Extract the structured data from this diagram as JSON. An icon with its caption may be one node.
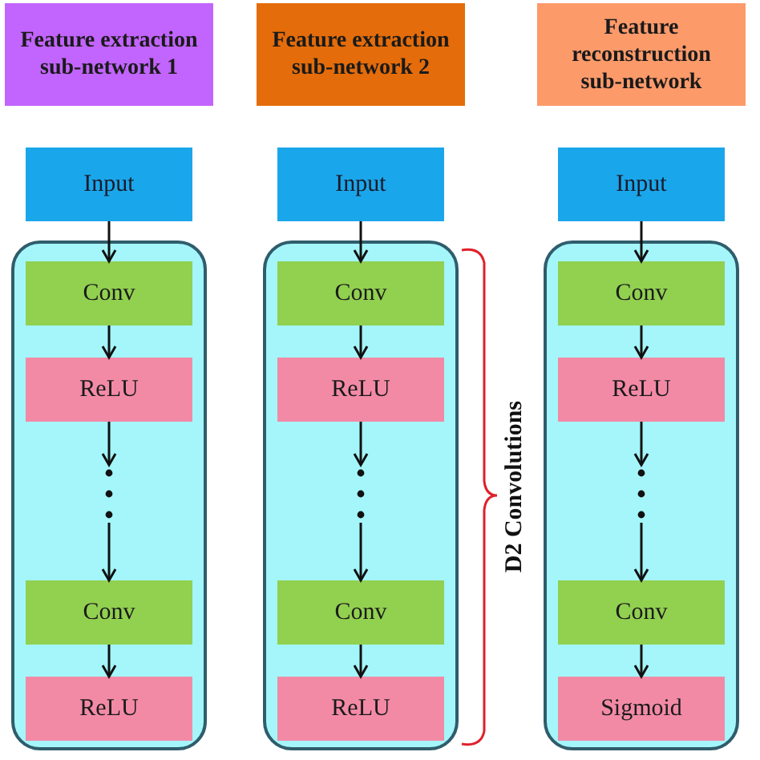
{
  "diagram": {
    "nodes": [
      {
        "text": [
          "Feature extraction sub-network 1"
        ]
      },
      {
        "text": [
          "Input"
        ]
      },
      {
        "text": [],
        "shape": "box"
      },
      {
        "text": [
          "Conv"
        ],
        "in": 2
      },
      {
        "text": [
          "ReLU"
        ],
        "in": 2
      },
      {
        "text": [],
        "shape": "dots",
        "in": 2
      },
      {
        "text": [
          "Conv"
        ],
        "in": 2
      },
      {
        "text": [
          "ReLU"
        ],
        "in": 2
      },
      {
        "text": [
          "Feature extraction sub-network 2"
        ]
      },
      {
        "text": [
          "Input"
        ]
      },
      {
        "text": [],
        "shape": "box"
      },
      {
        "text": [
          "Conv"
        ],
        "in": 10
      },
      {
        "text": [
          "ReLU"
        ],
        "in": 10
      },
      {
        "text": [],
        "shape": "dots",
        "in": 10
      },
      {
        "text": [
          "Conv"
        ],
        "in": 10
      },
      {
        "text": [
          "ReLU"
        ],
        "in": 10
      },
      {
        "text": [
          "Feature reconstruction sub-network"
        ]
      },
      {
        "text": [
          "Input"
        ]
      },
      {
        "text": [],
        "shape": "box"
      },
      {
        "text": [
          "Conv"
        ],
        "in": 18
      },
      {
        "text": [
          "ReLU"
        ],
        "in": 18
      },
      {
        "text": [],
        "shape": "dots",
        "in": 18
      },
      {
        "text": [
          "Conv"
        ],
        "in": 18
      },
      {
        "text": [
          "Sigmoid"
        ],
        "in": 18
      }
    ],
    "edges": [
      {
        "from": 1,
        "to": 3,
        "arrow": "to"
      },
      {
        "from": 3,
        "to": 4,
        "arrow": "to"
      },
      {
        "from": 4,
        "to": 5,
        "arrow": "to"
      },
      {
        "from": 5,
        "to": 6,
        "arrow": "to"
      },
      {
        "from": 6,
        "to": 7,
        "arrow": "to"
      },
      {
        "from": 9,
        "to": 11,
        "arrow": "to"
      },
      {
        "from": 11,
        "to": 12,
        "arrow": "to"
      },
      {
        "from": 12,
        "to": 13,
        "arrow": "to"
      },
      {
        "from": 13,
        "to": 14,
        "arrow": "to"
      },
      {
        "from": 14,
        "to": 15,
        "arrow": "to"
      },
      {
        "from": 17,
        "to": 19,
        "arrow": "to"
      },
      {
        "from": 19,
        "to": 20,
        "arrow": "to"
      },
      {
        "from": 20,
        "to": 21,
        "arrow": "to"
      },
      {
        "from": 21,
        "to": 22,
        "arrow": "to"
      },
      {
        "from": 22,
        "to": 23,
        "arrow": "to"
      }
    ],
    "labels": [
      "D2 Convolutions"
    ]
  }
}
